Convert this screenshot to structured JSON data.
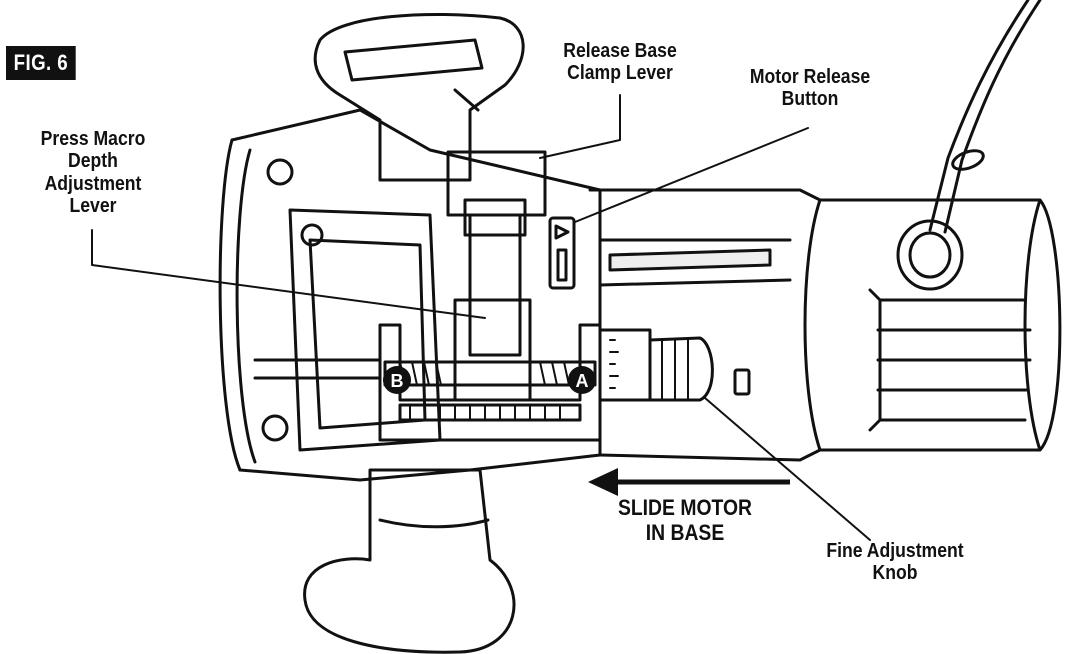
{
  "figure": {
    "tag": "FIG. 6",
    "labels": {
      "release_base_clamp_lever": [
        "Release Base",
        "Clamp Lever"
      ],
      "motor_release_button": [
        "Motor Release",
        "Button"
      ],
      "macro_depth_lever": [
        "Press Macro",
        "Depth",
        "Adjustment",
        "Lever"
      ],
      "slide_motor": [
        "SLIDE MOTOR",
        "IN BASE"
      ],
      "fine_adjustment_knob": [
        "Fine Adjustment",
        "Knob"
      ]
    },
    "callouts": {
      "a": "A",
      "b": "B"
    },
    "colors": {
      "ink": "#111111",
      "paper": "#ffffff",
      "shade": "#d9d9d9"
    }
  }
}
